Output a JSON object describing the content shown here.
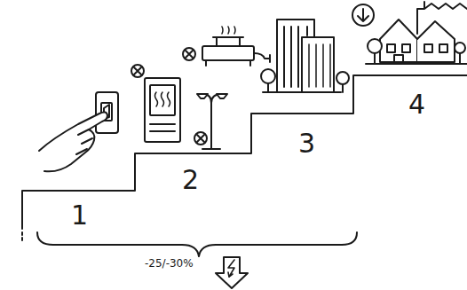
{
  "diagram": {
    "labels": [
      "1",
      "2",
      "3",
      "4",
      "-25/-30%"
    ]
  }
}
